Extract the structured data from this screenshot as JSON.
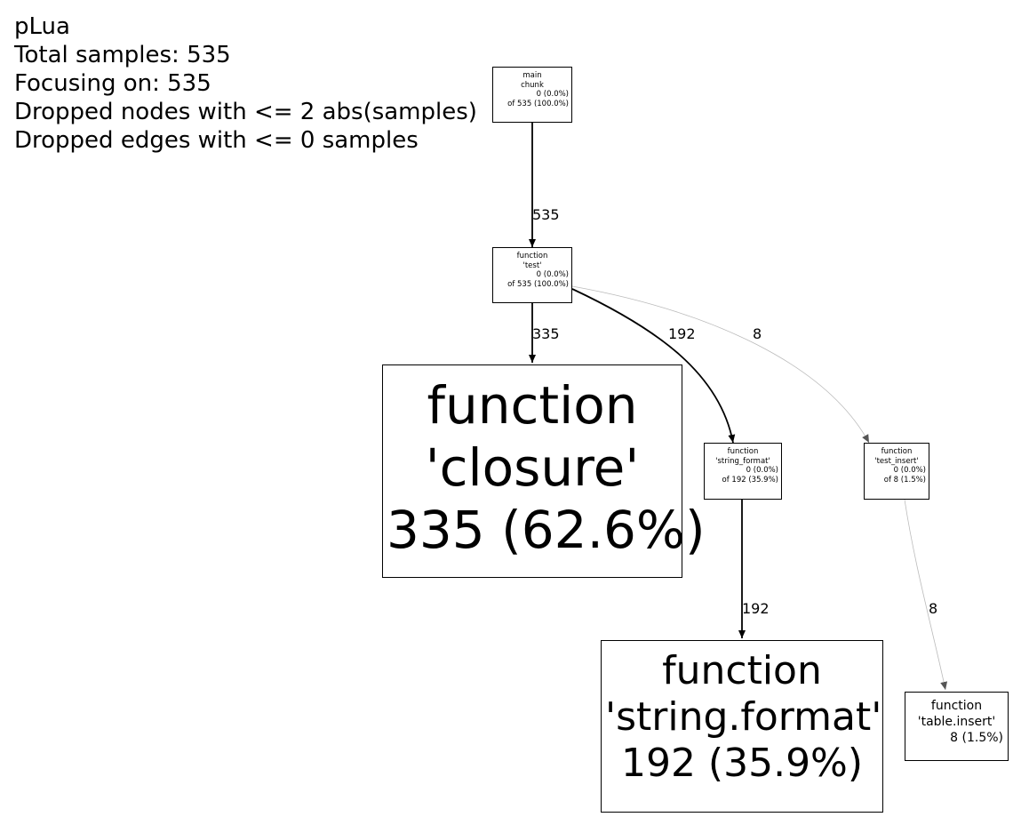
{
  "legend": {
    "line1": "pLua",
    "line2": "Total samples: 535",
    "line3": "Focusing on: 535",
    "line4": "Dropped nodes with <= 2 abs(samples)",
    "line5": "Dropped edges with <= 0 samples"
  },
  "nodes": {
    "main": {
      "l1": "main",
      "l2": "chunk",
      "flat": "0 (0.0%)",
      "cum": "of 535 (100.0%)"
    },
    "test": {
      "l1": "function",
      "l2": "'test'",
      "flat": "0 (0.0%)",
      "cum": "of 535 (100.0%)"
    },
    "closure": {
      "l1": "function",
      "l2": "'closure'",
      "flat": "335 (62.6%)"
    },
    "string_format": {
      "l1": "function",
      "l2": "'string_format'",
      "flat": "0 (0.0%)",
      "cum": "of 192 (35.9%)"
    },
    "test_insert": {
      "l1": "function",
      "l2": "'test_insert'",
      "flat": "0 (0.0%)",
      "cum": "of 8 (1.5%)"
    },
    "string_dot_format": {
      "l1": "function",
      "l2": "'string.format'",
      "flat": "192 (35.9%)"
    },
    "table_insert": {
      "l1": "function",
      "l2": "'table.insert'",
      "flat": "8 (1.5%)"
    }
  },
  "edges": {
    "main_test": "535",
    "test_closure": "335",
    "test_string_format": "192",
    "test_test_insert": "8",
    "string_format_string_dot_format": "192",
    "test_insert_table_insert": "8"
  }
}
